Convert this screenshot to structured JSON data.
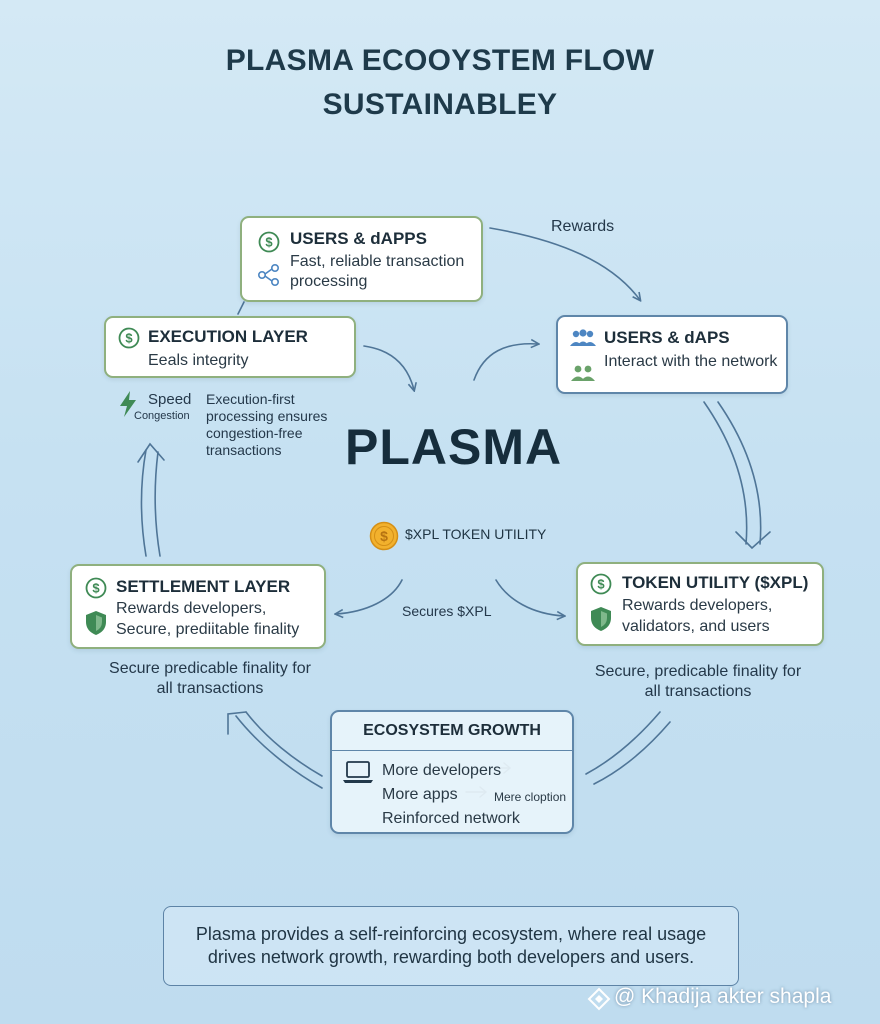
{
  "title": {
    "line1": "PLASMA ECOOYSTEM FLOW",
    "line2": "SUSTAINABLEY"
  },
  "nodes": {
    "users_dapps_top": {
      "title": "USERS & dAPPS",
      "line1": "Fast, reliable transaction",
      "line2": "processing"
    },
    "users_daps_right": {
      "title": "USERS & dAPS",
      "line1": "Interact with the network"
    },
    "execution_layer": {
      "title": "EXECUTION LAYER",
      "line1": "Eeals integrity"
    },
    "settlement_layer": {
      "title": "SETTLEMENT LAYER",
      "line1": "Rewards developers,",
      "line2": "Secure, prediitable finality"
    },
    "token_utility": {
      "title": "TOKEN UTILITY ($XPL)",
      "line1": "Rewards developers,",
      "line2": "validators, and users"
    },
    "ecosystem_growth": {
      "title": "ECOSYSTEM GROWTH",
      "line1": "More developers",
      "line2": "More apps",
      "line2_extra": "Mere cloption",
      "line3": "Reinforced network",
      "arrow": "→"
    }
  },
  "labels": {
    "rewards": "Rewards",
    "speed": "Speed",
    "congestion": "Congestion",
    "execution_note_1": "Execution-first",
    "execution_note_2": "processing ensures",
    "execution_note_3": "congestion-free",
    "execution_note_4": "transactions",
    "brand": "PLASMA",
    "token_utility_center": "$XPL TOKEN UTILITY",
    "secures": "Secures $XPL",
    "left_note_1": "Secure predicable finality for",
    "left_note_2": "all transactions",
    "right_note_1": "Secure, predicable finality for",
    "right_note_2": "all transactions"
  },
  "summary": {
    "line1": "Plasma provides a self-reinforcing ecosystem, where real usage",
    "line2": "drives network growth, rewarding both developers and users."
  },
  "watermark": "@ Khadija akter shapla",
  "icons": {
    "dollar": "dollar-circle-icon",
    "network": "network-nodes-icon",
    "users": "users-group-icon",
    "lightning": "lightning-icon",
    "shield": "shield-icon",
    "coin": "gold-coin-icon",
    "laptop": "laptop-icon",
    "diamond": "diamond-logo-icon"
  },
  "colors": {
    "background": "#c6e1f2",
    "title": "#1e3a4a",
    "green_border": "#8fb07e",
    "blue_border": "#5f86a9",
    "icon_green": "#3f8a55",
    "icon_blue": "#4d86c2",
    "coin": "#f2b12d",
    "arrow": "#4f7597"
  }
}
